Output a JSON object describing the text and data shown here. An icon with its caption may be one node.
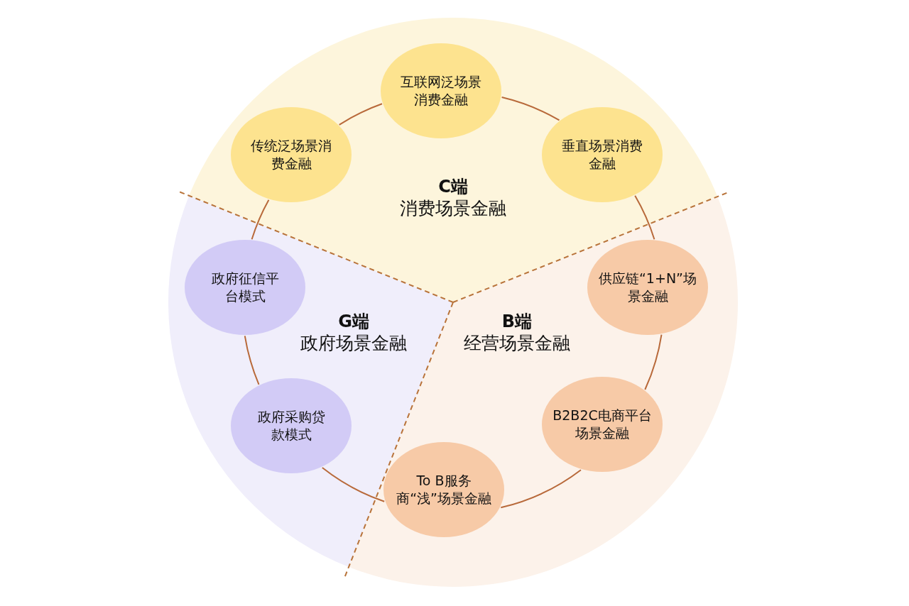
{
  "diagram": {
    "nodes": [
      {
        "text": [
          "C端",
          "消费场景金融"
        ]
      },
      {
        "text": [
          "传统泛场景消费金融"
        ],
        "in": 0
      },
      {
        "text": [
          "互联网泛场景消费金融"
        ],
        "in": 0
      },
      {
        "text": [
          "垂直场景消费金融"
        ],
        "in": 0
      },
      {
        "text": [
          "G端",
          "政府场景金融"
        ]
      },
      {
        "text": [
          "政府征信平台模式"
        ],
        "in": 4
      },
      {
        "text": [
          "政府采购贷款模式"
        ],
        "in": 4
      },
      {
        "text": [
          "B端",
          "经营场景金融"
        ]
      },
      {
        "text": [
          "供应链“1+N”场景金融"
        ],
        "in": 7
      },
      {
        "text": [
          "B2B2C电商平台场景金融"
        ],
        "in": 7
      },
      {
        "text": [
          "To B服务商“浅”场景金融"
        ],
        "in": 7
      }
    ],
    "edges": [
      {
        "from": 1,
        "to": 2,
        "arrow": "none"
      },
      {
        "from": 2,
        "to": 3,
        "arrow": "none"
      },
      {
        "from": 3,
        "to": 8,
        "arrow": "none"
      },
      {
        "from": 8,
        "to": 9,
        "arrow": "none"
      },
      {
        "from": 9,
        "to": 10,
        "arrow": "none"
      },
      {
        "from": 10,
        "to": 6,
        "arrow": "none"
      },
      {
        "from": 6,
        "to": 5,
        "arrow": "none"
      },
      {
        "from": 5,
        "to": 1,
        "arrow": "none"
      }
    ]
  }
}
